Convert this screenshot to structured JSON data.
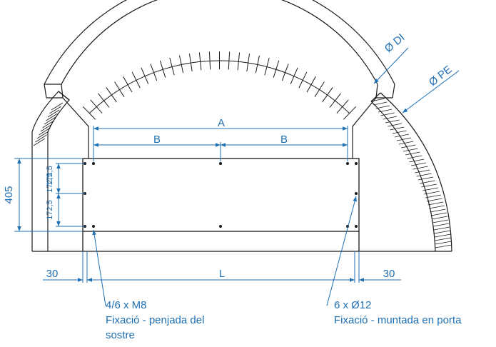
{
  "labels": {
    "dia_inner": "Ø DI",
    "dia_outer": "Ø PE",
    "dim_a": "A",
    "dim_b_left": "B",
    "dim_b_right": "B",
    "dim_405": "405",
    "dim_172_top": "172,5",
    "dim_172_mid": "172,5",
    "dim_172_bottom": "172,5",
    "dim_30_left": "30",
    "dim_l": "L",
    "dim_30_right": "30"
  },
  "notes": {
    "left_line1": "4/6 x M8",
    "left_line2": "Fixació - penjada del",
    "left_line3": "sostre",
    "right_line1": "6 x Ø12",
    "right_line2": "Fixació - muntada en porta"
  },
  "colors": {
    "line": "#1a1a1a",
    "dimension": "#1f6fb3"
  }
}
